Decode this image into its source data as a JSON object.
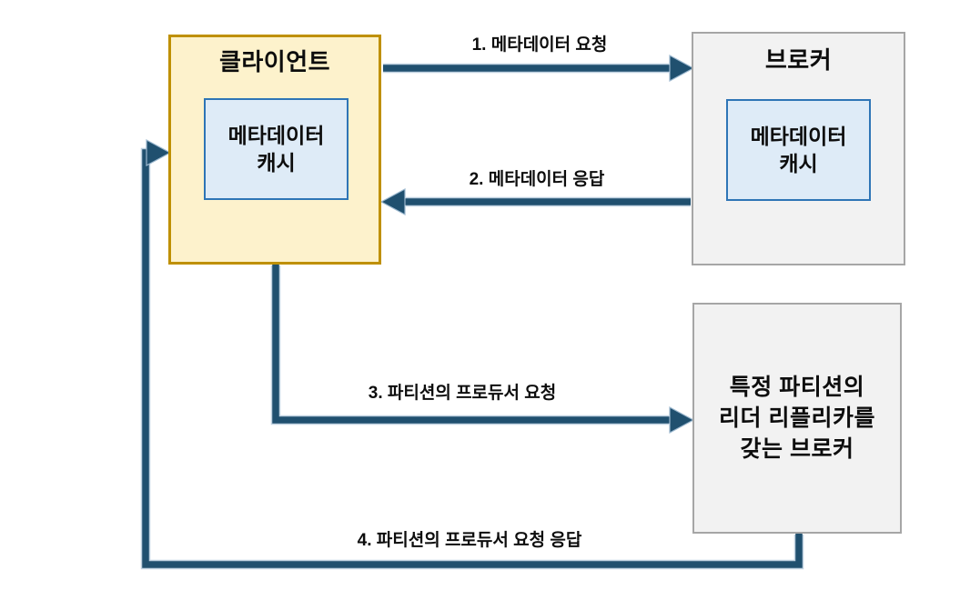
{
  "diagram": {
    "description_visible_text_only": true,
    "nodes": {
      "client": {
        "title": "클라이언트",
        "cache_lines": [
          "메타데이터",
          "캐시"
        ]
      },
      "broker": {
        "title": "브로커",
        "cache_lines": [
          "메타데이터",
          "캐시"
        ]
      },
      "leader_broker": {
        "lines": [
          "특정 파티션의",
          "리더 리플리카를",
          "갖는 브로커"
        ]
      }
    },
    "arrows": [
      {
        "label": "1. 메타데이터 요청",
        "from": "client",
        "to": "broker",
        "direction": "right"
      },
      {
        "label": "2. 메타데이터 응답",
        "from": "broker",
        "to": "client",
        "direction": "left"
      },
      {
        "label": "3. 파티션의 프로듀서 요청",
        "from": "client",
        "to": "leader_broker",
        "direction": "right"
      },
      {
        "label": "4. 파티션의 프로듀서 요청 응답",
        "from": "leader_broker",
        "to": "client",
        "direction": "loop-left-up"
      }
    ]
  },
  "colors": {
    "accent_blue": "#20506F",
    "halo_blue": "#9CB8CF",
    "client_fill": "#FDF2CC",
    "client_border": "#BF9000",
    "gray_fill": "#F2F2F2",
    "gray_border": "#A6A6A6",
    "cache_fill": "#DEEBF7",
    "cache_border": "#2E75B6",
    "text_color": "#0D0D0D",
    "bg": "#FFFFFF"
  }
}
